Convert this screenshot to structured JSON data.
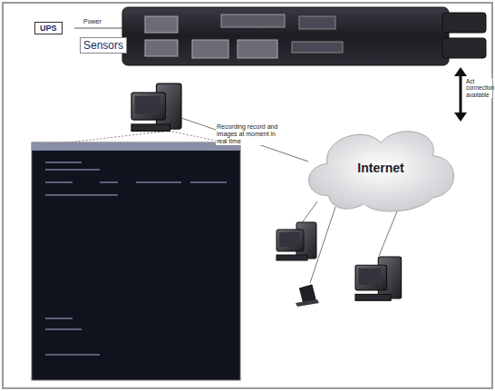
{
  "diagram": {
    "nodes": [
      {
        "text": [
          "UPS"
        ]
      },
      {
        "text": [
          "Sensors"
        ]
      },
      {
        "text": [
          "Internet"
        ]
      }
    ],
    "labels": [
      "Power",
      "Act connection available",
      "Recording record and images at moment in real time"
    ]
  }
}
